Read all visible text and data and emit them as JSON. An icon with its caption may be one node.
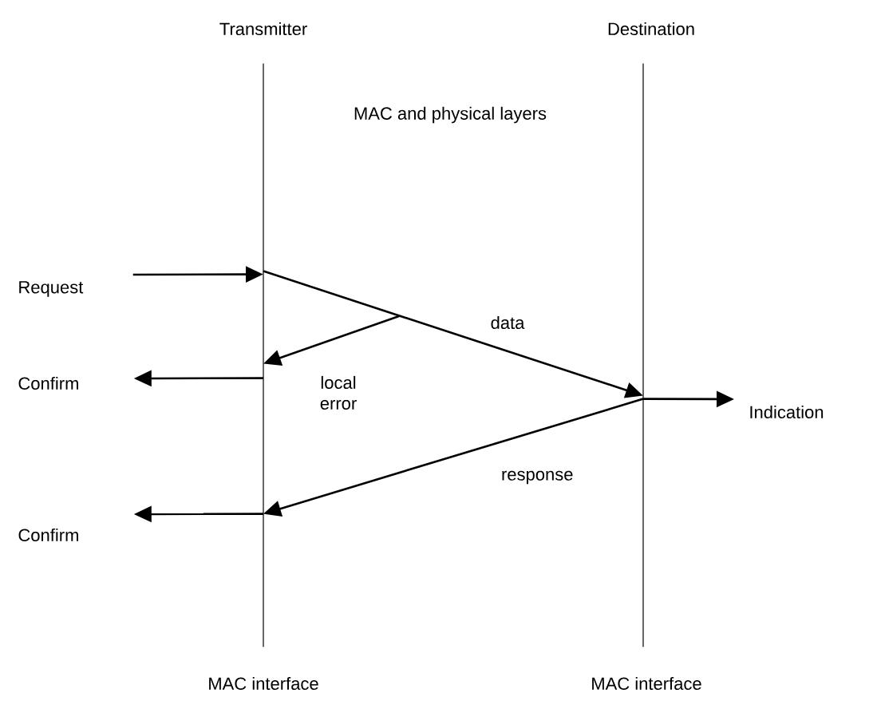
{
  "diagram": {
    "nodes": [
      {
        "text": [
          "Transmitter",
          "MAC interface"
        ]
      },
      {
        "text": [
          "Destination",
          "MAC interface"
        ]
      },
      {
        "text": [
          "Request"
        ]
      },
      {
        "text": [
          "Confirm"
        ]
      },
      {
        "text": [
          "Confirm"
        ]
      },
      {
        "text": [
          "Indication"
        ]
      }
    ],
    "edges": [
      {
        "from": 2,
        "to": 0,
        "arrow": "to"
      },
      {
        "from": 0,
        "to": 3,
        "arrow": "to"
      },
      {
        "from": 0,
        "to": 1,
        "arrow": "to",
        "label": "data"
      },
      {
        "from": null,
        "to": 0,
        "arrow": "to",
        "label": "local error"
      },
      {
        "from": 1,
        "to": 0,
        "arrow": "to",
        "label": "response"
      },
      {
        "from": 0,
        "to": 4,
        "arrow": "to"
      },
      {
        "from": 1,
        "to": 5,
        "arrow": "to"
      }
    ],
    "labels": [
      "MAC and physical layers"
    ]
  }
}
